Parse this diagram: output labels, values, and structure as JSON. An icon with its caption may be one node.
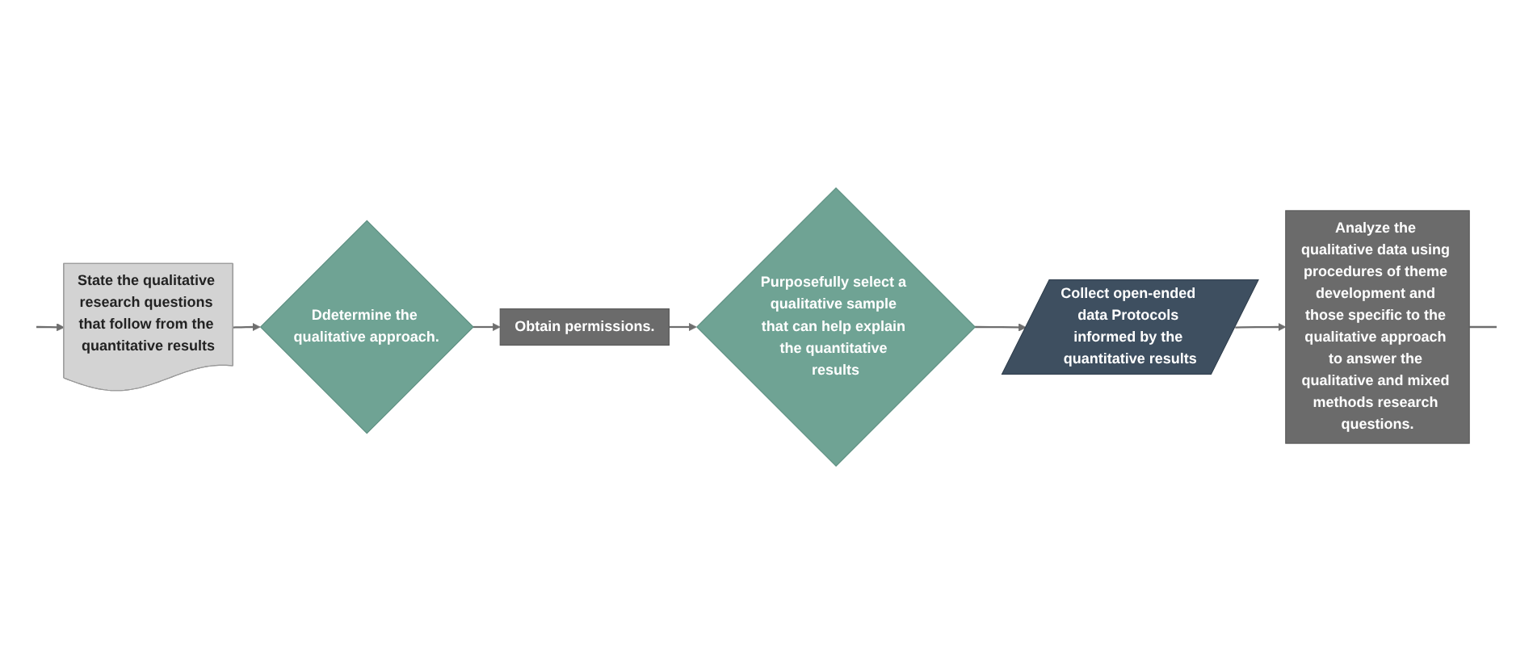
{
  "diagram": {
    "nodes": [
      {
        "text": [
          "State the qualitative research questions that follow from the quantitative results"
        ]
      },
      {
        "text": [
          "Ddetermine the qualitative approach."
        ]
      },
      {
        "text": [
          "Obtain permissions."
        ]
      },
      {
        "text": [
          "Purposefully select a qualitative sample that can help explain the quantitative results"
        ]
      },
      {
        "text": [
          "Collect open-ended data Protocols informed by the quantitative results"
        ]
      },
      {
        "text": [
          "Analyze the qualitative data using procedures of theme development and those specific to the qualitative approach to answer the qualitative and mixed methods research questions."
        ]
      }
    ],
    "edges": [
      {
        "from": null,
        "to": 0,
        "arrow": "to"
      },
      {
        "from": 0,
        "to": 1,
        "arrow": "to"
      },
      {
        "from": 1,
        "to": 2,
        "arrow": "to"
      },
      {
        "from": 2,
        "to": 3,
        "arrow": "to"
      },
      {
        "from": 3,
        "to": 4,
        "arrow": "to"
      },
      {
        "from": 4,
        "to": 5,
        "arrow": "to"
      },
      {
        "from": 5,
        "to": null,
        "arrow": "none"
      }
    ]
  }
}
